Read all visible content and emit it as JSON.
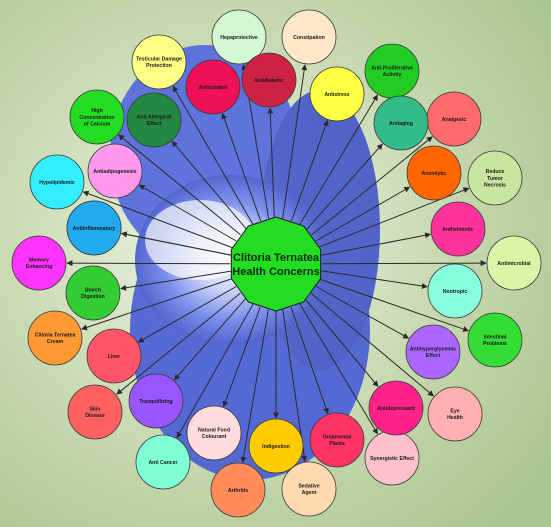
{
  "diagram": {
    "center": {
      "lines": [
        "Clitoria Ternatea",
        "Health Concerns"
      ],
      "color": "#22dd22"
    },
    "nodes": [
      {
        "lines": [
          "Hepaprotective"
        ],
        "color": "#d4f7d4"
      },
      {
        "lines": [
          "Constipation"
        ],
        "color": "#ffe8c8"
      },
      {
        "lines": [
          "Anti-Proliferative",
          "Activity"
        ],
        "color": "#22cc22"
      },
      {
        "lines": [
          "Analgesic"
        ],
        "color": "#ff6b6b"
      },
      {
        "lines": [
          "Reduce",
          "Tumor",
          "Necrosis"
        ],
        "color": "#c8e6a0"
      },
      {
        "lines": [
          "Antimicrobial"
        ],
        "color": "#d9f5a8"
      },
      {
        "lines": [
          "Intestinal",
          "Problems"
        ],
        "color": "#33dd33"
      },
      {
        "lines": [
          "Eye",
          "Health"
        ],
        "color": "#ffb0b0"
      },
      {
        "lines": [
          "Synergistic Effect"
        ],
        "color": "#ffc0cb"
      },
      {
        "lines": [
          "Sedative",
          "Agent"
        ],
        "color": "#ffdab0"
      },
      {
        "lines": [
          "Arthritis"
        ],
        "color": "#ff8c5a"
      },
      {
        "lines": [
          "Anti Cancer"
        ],
        "color": "#7fffd4"
      },
      {
        "lines": [
          "Skin",
          "Disease"
        ],
        "color": "#ff6060"
      },
      {
        "lines": [
          "Clitoria Ternatea",
          "Cream"
        ],
        "color": "#ff9933"
      },
      {
        "lines": [
          "Memory",
          "Enhancing"
        ],
        "color": "#ff33ff"
      },
      {
        "lines": [
          "Hypolipidemic"
        ],
        "color": "#33eeff"
      },
      {
        "lines": [
          "High",
          "Concentration",
          "of Calcium"
        ],
        "color": "#22dd22"
      },
      {
        "lines": [
          "Testicular Damage",
          "Protection"
        ],
        "color": "#ffff88"
      },
      {
        "lines": [
          "Antiinflammatory"
        ],
        "color": "#1ab0ff"
      },
      {
        "lines": [
          "Anti Allergical",
          "Effect"
        ],
        "color": "#228844"
      },
      {
        "lines": [
          "Antioxidant"
        ],
        "color": "#ee1155"
      },
      {
        "lines": [
          "Antidiabetic"
        ],
        "color": "#cc2244"
      },
      {
        "lines": [
          "Antistress"
        ],
        "color": "#ffff44"
      },
      {
        "lines": [
          "Antiaging"
        ],
        "color": "#33bb88"
      },
      {
        "lines": [
          "Anxiolytic"
        ],
        "color": "#ff6600"
      },
      {
        "lines": [
          "Anthelmintic"
        ],
        "color": "#ff3399"
      },
      {
        "lines": [
          "Nootropic"
        ],
        "color": "#88ffdd"
      },
      {
        "lines": [
          "Antihyperglycemic",
          "Effect"
        ],
        "color": "#aa66ff"
      },
      {
        "lines": [
          "Antidepressant"
        ],
        "color": "#ff2288"
      },
      {
        "lines": [
          "Ornamental",
          "Plants"
        ],
        "color": "#ff3366"
      },
      {
        "lines": [
          "Indigestion"
        ],
        "color": "#ffcc00"
      },
      {
        "lines": [
          "Natural Food",
          "Colourant"
        ],
        "color": "#ffdddd"
      },
      {
        "lines": [
          "Tranquillizing"
        ],
        "color": "#9955ff"
      },
      {
        "lines": [
          "Liver"
        ],
        "color": "#ff5566"
      },
      {
        "lines": [
          "Starch",
          "Digestion"
        ],
        "color": "#33cc33"
      },
      {
        "lines": [
          "Antiinflammatory"
        ],
        "color": "#22aaee"
      },
      {
        "lines": [
          "Antiadipogenesis"
        ],
        "color": "#ff99ee"
      }
    ]
  }
}
